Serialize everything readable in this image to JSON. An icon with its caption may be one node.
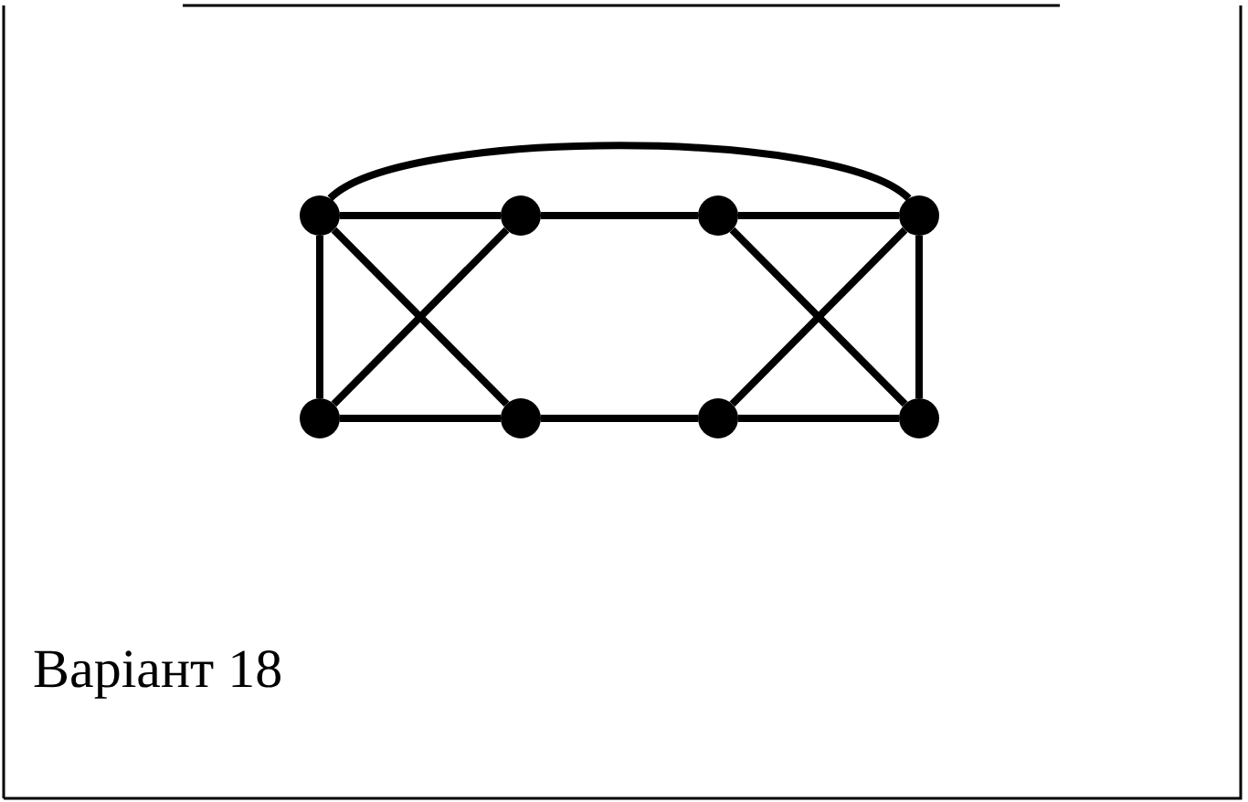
{
  "diagram": {
    "nodes": [
      {
        "text": [],
        "shape": "circle"
      },
      {
        "text": [],
        "shape": "circle"
      },
      {
        "text": [],
        "shape": "circle"
      },
      {
        "text": [],
        "shape": "circle"
      },
      {
        "text": [],
        "shape": "circle"
      },
      {
        "text": [],
        "shape": "circle"
      },
      {
        "text": [],
        "shape": "circle"
      },
      {
        "text": [],
        "shape": "circle"
      }
    ],
    "edges": [
      {
        "from": 0,
        "to": 1,
        "arrow": "none"
      },
      {
        "from": 1,
        "to": 2,
        "arrow": "none"
      },
      {
        "from": 2,
        "to": 3,
        "arrow": "none"
      },
      {
        "from": 0,
        "to": 3,
        "arrow": "none"
      },
      {
        "from": 0,
        "to": 4,
        "arrow": "none"
      },
      {
        "from": 0,
        "to": 5,
        "arrow": "none"
      },
      {
        "from": 1,
        "to": 4,
        "arrow": "none"
      },
      {
        "from": 4,
        "to": 5,
        "arrow": "none"
      },
      {
        "from": 5,
        "to": 6,
        "arrow": "none"
      },
      {
        "from": 6,
        "to": 7,
        "arrow": "none"
      },
      {
        "from": 3,
        "to": 7,
        "arrow": "none"
      },
      {
        "from": 2,
        "to": 7,
        "arrow": "none"
      },
      {
        "from": 3,
        "to": 6,
        "arrow": "none"
      }
    ],
    "labels": [
      "Варіант 18"
    ]
  }
}
